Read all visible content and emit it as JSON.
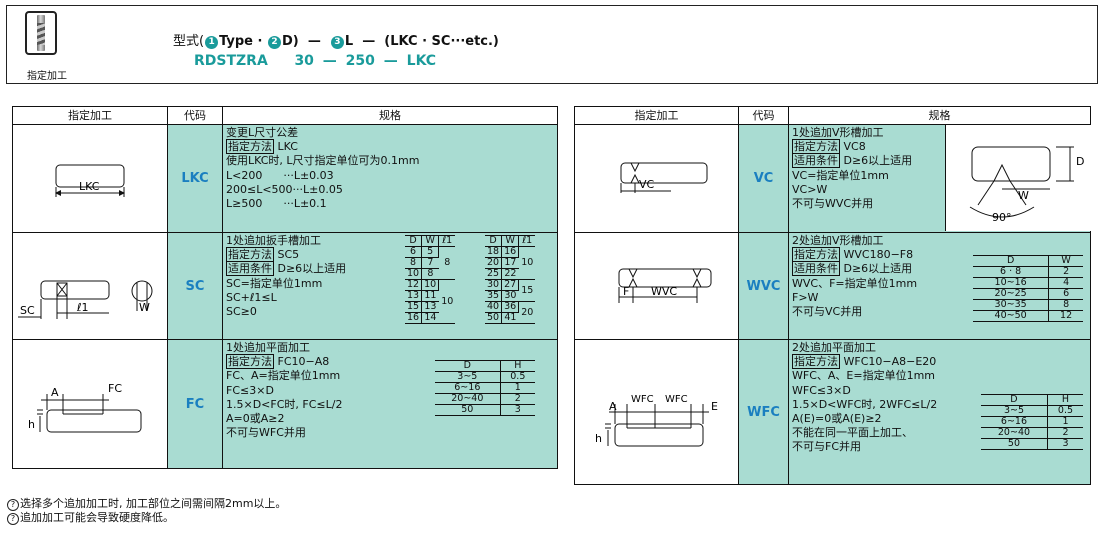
{
  "header": {
    "icon_label": "指定加工",
    "type_prefix": "型式(",
    "n1": "1",
    "t1": "Type",
    "dot": "·",
    "n2": "2",
    "t2": "D)",
    "dash": "—",
    "n3": "3",
    "t3": "L",
    "suffix": "(LKC · SC···etc.)",
    "example": [
      "RDSTZRA",
      "30",
      "—",
      "250",
      "—",
      "LKC"
    ]
  },
  "left_table": {
    "headers": [
      "指定加工",
      "代码",
      "规格"
    ],
    "rows": [
      {
        "code": "LKC",
        "fig_labels": [
          "LKC"
        ],
        "spec_lines": [
          "变更L尺寸公差",
          "LKC",
          "使用LKC时, L尺寸指定单位可为0.1mm",
          "L<200",
          "···L±0.03",
          "200≤L<500···L±0.05",
          "L≥500",
          "···L±0.1"
        ],
        "boxed": "指定方法"
      },
      {
        "code": "SC",
        "fig_labels": [
          "SC",
          "ℓ1",
          "W"
        ],
        "spec_lines": [
          "1处追加扳手槽加工",
          "SC5",
          "D≥6以上适用",
          "SC=指定单位1mm",
          "SC+ℓ1≤L",
          "SC≥0"
        ],
        "boxed": [
          "指定方法",
          "适用条件"
        ],
        "mini_headers": [
          "D",
          "W",
          "ℓ1",
          "D",
          "W",
          "ℓ1"
        ],
        "mini_rows_left": [
          [
            "6",
            "5"
          ],
          [
            "8",
            "7"
          ],
          [
            "10",
            "8"
          ],
          [
            "12",
            "10"
          ],
          [
            "13",
            "11"
          ],
          [
            "15",
            "13"
          ],
          [
            "16",
            "14"
          ]
        ],
        "mini_l1_left": [
          "8",
          "10"
        ],
        "mini_rows_right": [
          [
            "18",
            "16"
          ],
          [
            "20",
            "17"
          ],
          [
            "25",
            "22"
          ],
          [
            "30",
            "27"
          ],
          [
            "35",
            "30"
          ],
          [
            "40",
            "36"
          ],
          [
            "50",
            "41"
          ]
        ],
        "mini_l1_right": [
          "10",
          "15",
          "20"
        ]
      },
      {
        "code": "FC",
        "fig_labels": [
          "A",
          "FC",
          "h"
        ],
        "spec_lines": [
          "1处追加平面加工",
          "FC10−A8",
          "FC、A=指定单位1mm",
          "FC≤3×D",
          "1.5×D<FC时, FC≤L/2",
          "A=0或A≥2",
          "不可与WFC并用"
        ],
        "boxed": "指定方法",
        "mini_headers": [
          "D",
          "H"
        ],
        "mini_rows": [
          [
            "3~5",
            "0.5"
          ],
          [
            "6~16",
            "1"
          ],
          [
            "20~40",
            "2"
          ],
          [
            "50",
            "3"
          ]
        ]
      }
    ]
  },
  "right_table": {
    "headers": [
      "指定加工",
      "代码",
      "规格"
    ],
    "rows": [
      {
        "code": "VC",
        "fig_labels": [
          "VC",
          "D",
          "W",
          "90°"
        ],
        "spec_lines": [
          "1处追加V形槽加工",
          "VC8",
          "D≥6以上适用",
          "VC=指定单位1mm",
          "VC>W",
          "不可与WVC并用"
        ],
        "boxed": [
          "指定方法",
          "适用条件"
        ]
      },
      {
        "code": "WVC",
        "fig_labels": [
          "F",
          "WVC"
        ],
        "spec_lines": [
          "2处追加V形槽加工",
          "WVC180−F8",
          "D≥6以上适用",
          "WVC、F=指定单位1mm",
          "F>W",
          "不可与VC并用"
        ],
        "boxed": [
          "指定方法",
          "适用条件"
        ],
        "mini_headers": [
          "D",
          "W"
        ],
        "mini_rows": [
          [
            "6 · 8",
            "2"
          ],
          [
            "10~16",
            "4"
          ],
          [
            "20~25",
            "6"
          ],
          [
            "30~35",
            "8"
          ],
          [
            "40~50",
            "12"
          ]
        ]
      },
      {
        "code": "WFC",
        "fig_labels": [
          "A",
          "WFC",
          "WFC",
          "E",
          "h"
        ],
        "spec_lines": [
          "2处追加平面加工",
          "WFC10−A8−E20",
          "WFC、A、E=指定单位1mm",
          "WFC≤3×D",
          "1.5×D<WFC时, 2WFC≤L/2",
          "A(E)=0或A(E)≥2",
          "不能在同一平面上加工、",
          "不可与FC并用"
        ],
        "boxed": "指定方法",
        "mini_headers": [
          "D",
          "H"
        ],
        "mini_rows": [
          [
            "3~5",
            "0.5"
          ],
          [
            "6~16",
            "1"
          ],
          [
            "20~40",
            "2"
          ],
          [
            "50",
            "3"
          ]
        ]
      }
    ]
  },
  "notes": [
    "选择多个追加加工时, 加工部位之间需间隔2mm以上。",
    "追加加工可能会导致硬度降低。"
  ],
  "colors": {
    "teal_bg": "#a9dcd2",
    "code_blue": "#1a7fc0",
    "accent_teal": "#1a9b9b"
  }
}
